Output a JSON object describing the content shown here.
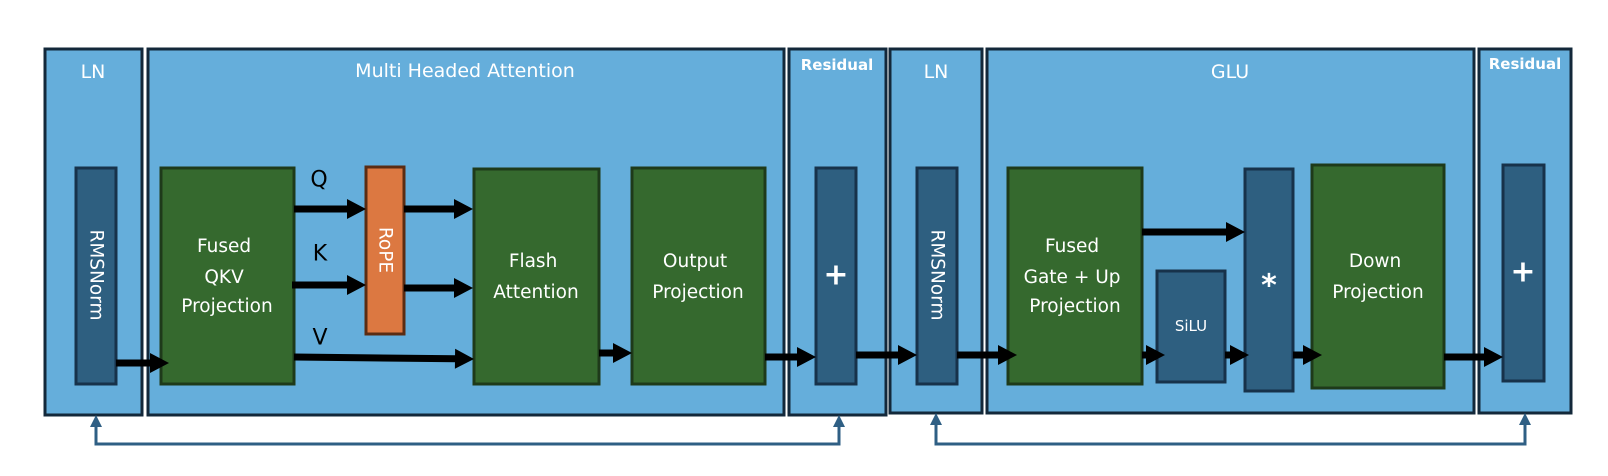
{
  "diagram": {
    "sections": {
      "ln1": "LN",
      "mha": "Multi Headed Attention",
      "residual1": "Residual",
      "ln2": "LN",
      "glu": "GLU",
      "residual2": "Residual"
    },
    "blocks": {
      "rmsnorm1": "RMSNorm",
      "qkv": [
        "Fused",
        "QKV",
        "Projection"
      ],
      "rope": "RoPE",
      "flash": [
        "Flash",
        "Attention"
      ],
      "output_proj": [
        "Output",
        "Projection"
      ],
      "add1": "+",
      "rmsnorm2": "RMSNorm",
      "gate_up": [
        "Fused",
        "Gate + Up",
        "Projection"
      ],
      "silu": "SiLU",
      "mult": "*",
      "down_proj": [
        "Down",
        "Projection"
      ],
      "add2": "+"
    },
    "edge_labels": {
      "q": "Q",
      "k": "K",
      "v": "V"
    },
    "colors": {
      "section_fill": "#65AEDB",
      "section_stroke": "#13283A",
      "norm_fill": "#2E5F80",
      "norm_stroke": "#17324A",
      "green_fill": "#35692E",
      "green_stroke": "#1E3A1A",
      "rope_fill": "#DC7841",
      "rope_stroke": "#5B2C12",
      "arrow": "#000000",
      "feedback": "#2F5F84"
    }
  }
}
